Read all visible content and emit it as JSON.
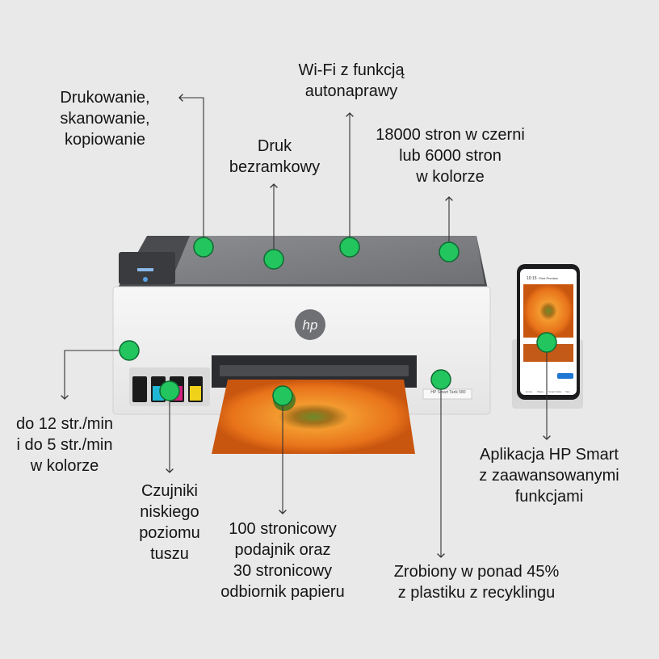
{
  "labels": {
    "print_scan_copy": "Drukowanie,\nskanowanie,\nkopiowanie",
    "borderless": "Druk\nbezramkowy",
    "wifi": "Wi-Fi z funkcją\nautonaprawy",
    "page_yield": "18000 stron w czerni\nlub 6000 stron\nw kolorze",
    "speed": "do 12 str./min\ni do 5 str./min\nw kolorze",
    "ink_sensors": "Czujniki\nniskiego\npoziomu\ntuszu",
    "paper_tray": "100 stronicowy\npodajnik oraz\n30 stronicowy\nodbiornik papieru",
    "recycled": "Zrobiony w ponad 45%\nz plastiku z recyklingu",
    "hp_smart_app": "Aplikacja HP Smart\nz zaawansowanymi\nfunkcjami"
  },
  "printer": {
    "brand_logo": "hp",
    "model_label": "HP Smart Tank 580"
  },
  "phone": {
    "status_time": "10:15",
    "screen_title": "Print Preview",
    "tab_labels": [
      "Home",
      "Share",
      "Smart Tasks",
      "Tips"
    ]
  },
  "colors": {
    "background": "#e9e9e9",
    "marker": "#22c55e",
    "line": "#333333",
    "printer_body": "#f2f2f2",
    "printer_lid": "#7b7c80",
    "flower": "#e8731a"
  },
  "icons": [
    "hotspot-marker",
    "arrow-up-icon",
    "arrow-down-icon",
    "arrow-left-icon"
  ]
}
